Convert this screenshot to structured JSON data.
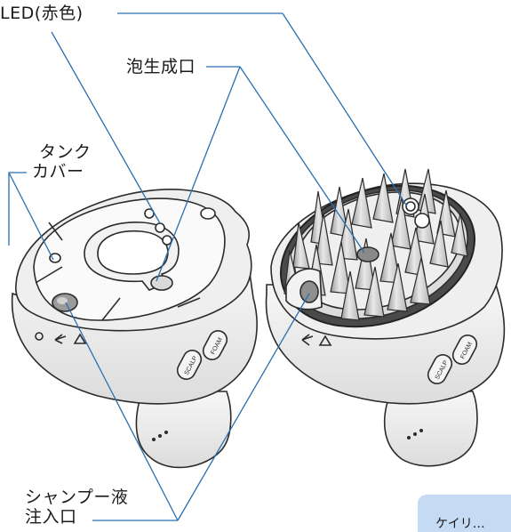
{
  "labels": {
    "led": "LED(赤色)",
    "foam_outlet": "泡生成口",
    "tank_cover_line1": "タンク",
    "tank_cover_line2": "カバー",
    "shampoo_line1": "シャンプー液",
    "shampoo_line2": "注入口"
  },
  "device": {
    "left_buttons": [
      "SCALP",
      "FOAM"
    ],
    "right_buttons": [
      "SCALP",
      "FOAM"
    ],
    "dots": "ooo"
  },
  "corner": {
    "text": "ケイリ…"
  },
  "colors": {
    "leader_line": "#2a6fb0",
    "outline": "#2b2b2b",
    "fill_light": "#f4f4f4",
    "fill_mid": "#e6e6e6",
    "badge": "#c5dbf3"
  }
}
